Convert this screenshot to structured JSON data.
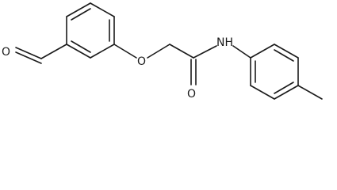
{
  "molecule": {
    "atoms": {
      "aldehyde_o": "O",
      "ether_o": "O",
      "carbonyl_o": "O",
      "amide_n": "NH"
    }
  }
}
